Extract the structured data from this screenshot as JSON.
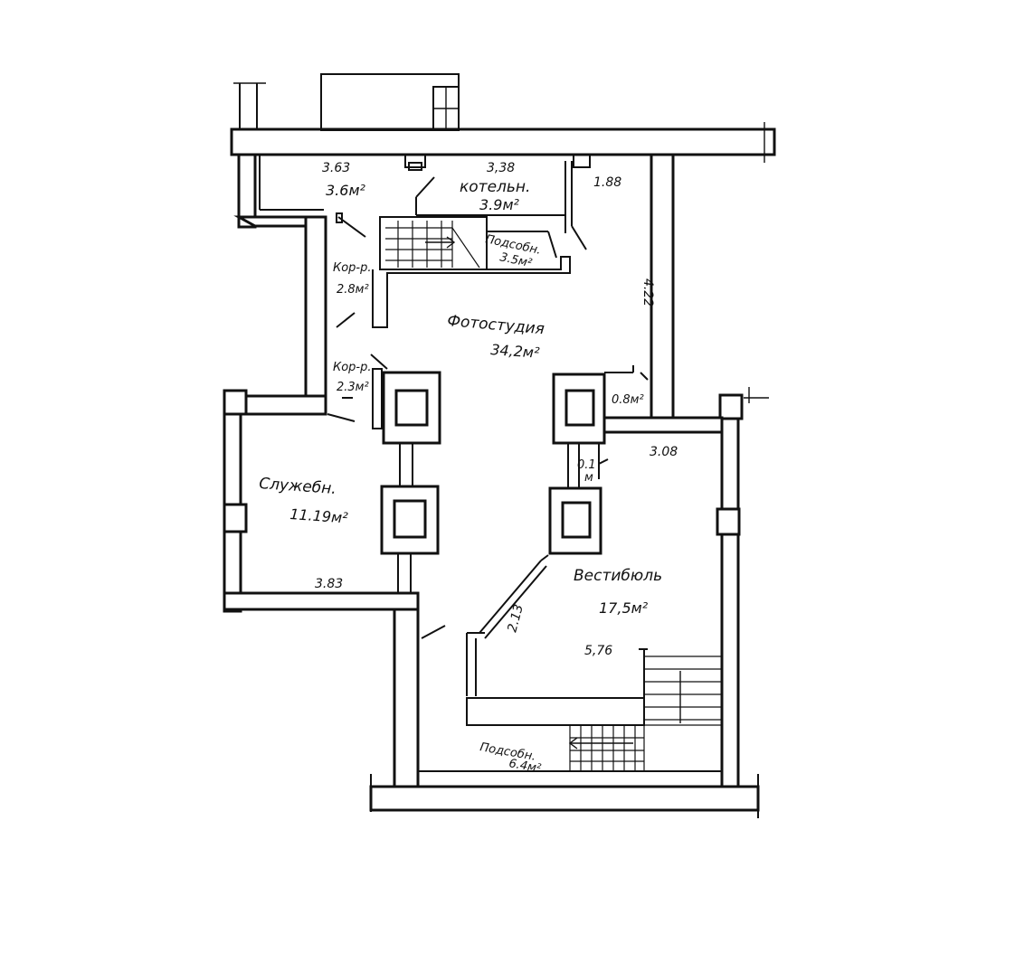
{
  "rooms": {
    "kotelnaya": {
      "name": "котельн.",
      "area": "3.9м²"
    },
    "room_tl": {
      "area": "3.6м²"
    },
    "podsobn_top": {
      "name": "Подсобн.",
      "area": "3.5м²"
    },
    "kor1": {
      "name": "Кор-р.",
      "area": "2.8м²"
    },
    "fotostudia": {
      "name": "Фотостудия",
      "area": "34,2м²"
    },
    "kor2": {
      "name": "Кор-р.",
      "area": "2.3м²"
    },
    "closet_08": {
      "area": "0.8м²"
    },
    "closet_01": {
      "area": "0.1",
      "unit": "м"
    },
    "sluzhebn": {
      "name": "Служебн.",
      "area": "11.19м²"
    },
    "vestibul": {
      "name": "Вестибюль",
      "area": "17,5м²"
    },
    "podsobn_bottom": {
      "name": "Подсобн.",
      "area": "6.4м²"
    }
  },
  "dimensions": {
    "d363": "3.63",
    "d338": "3,38",
    "d188": "1.88",
    "d422": "4.22",
    "d308": "3.08",
    "d383": "3.83",
    "d213": "2.13",
    "d576": "5,76"
  }
}
